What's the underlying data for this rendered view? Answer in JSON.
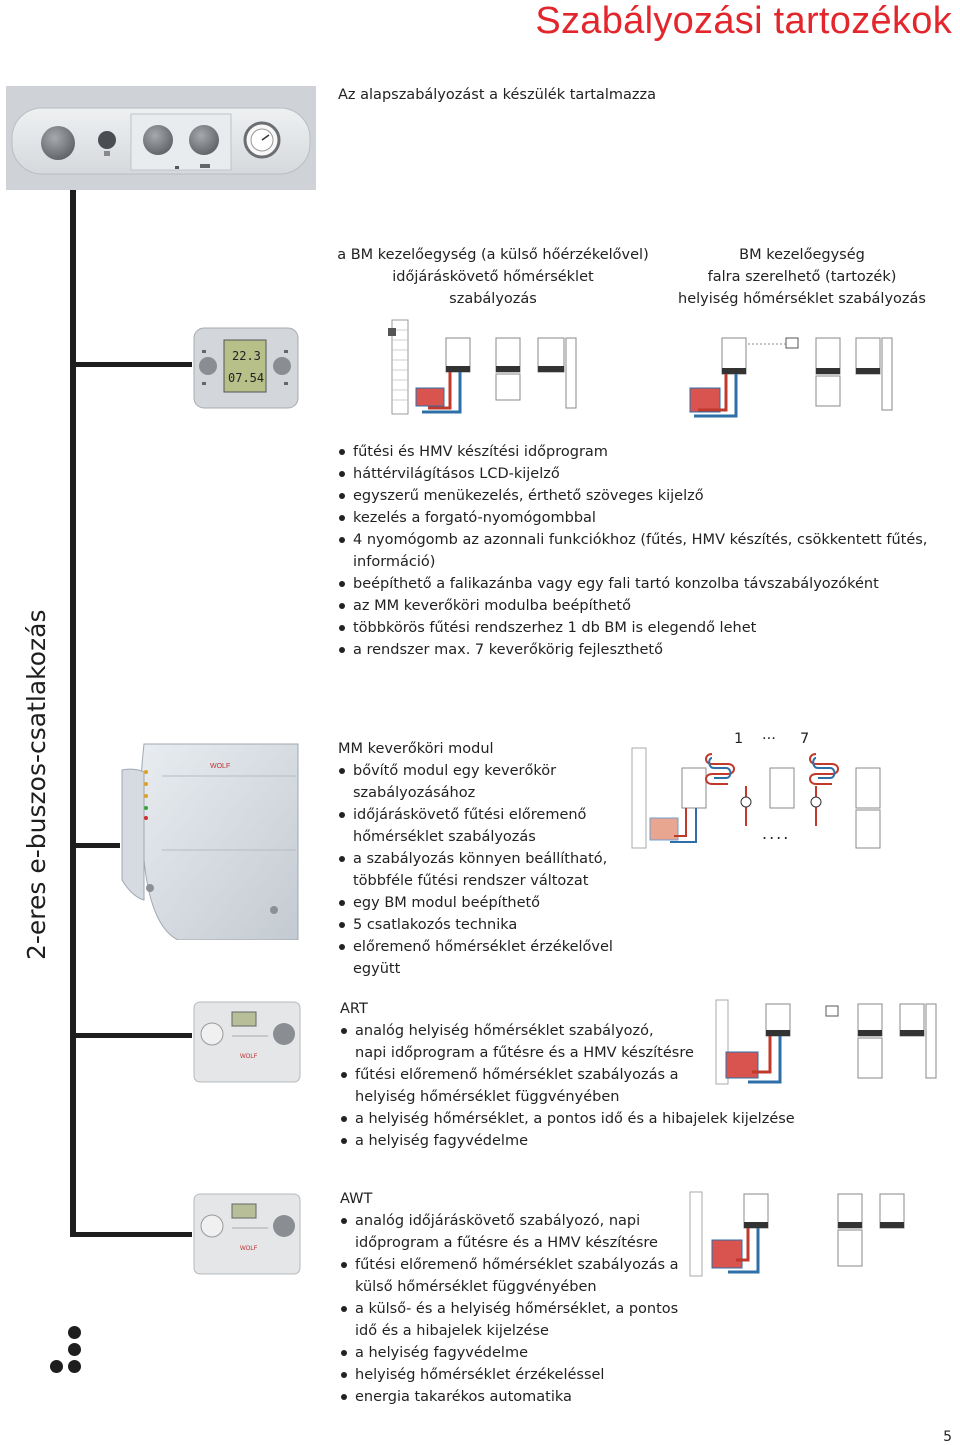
{
  "title": "Szabályozási tartozékok",
  "page_number": "5",
  "side_label": "2-eres e-buszos-csatlakozás",
  "base_control": {
    "caption": "Az alapszabályozást a készülék tartalmazza"
  },
  "bm": {
    "left_heading": [
      "a BM kezelőegység (a külső hőérzékelővel)",
      "időjáráskövető hőmérséklet",
      "szabályozás"
    ],
    "right_heading": [
      "BM kezelőegység",
      "falra szerelhető (tartozék)",
      "helyiség hőmérséklet szabályozás"
    ],
    "display_top": "22.3",
    "display_bottom": "07.54",
    "bullets": [
      "fűtési és HMV készítési időprogram",
      "háttérvilágításos LCD-kijelző",
      "egyszerű menükezelés, érthető szöveges kijelző",
      "kezelés a forgató-nyomógombbal",
      "4 nyomógomb az azonnali funkciókhoz (fűtés, HMV készítés, csökkentett fűtés,",
      "beépíthető a falikazánba vagy egy fali tartó konzolba távszabályozóként",
      "az MM keverőköri modulba beépíthető",
      "többkörös fűtési rendszerhez 1 db BM is elegendő lehet",
      "a rendszer max. 7 keverőkörig fejleszthető"
    ],
    "bullet_continuation": "információ)"
  },
  "mm": {
    "heading": "MM keverőköri modul",
    "bullets": [
      [
        "bővítő modul egy keverőkör",
        "szabályozásához"
      ],
      [
        "időjáráskövető fűtési előremenő",
        "hőmérséklet szabályozás"
      ],
      [
        "a szabályozás könnyen beállítható,",
        "többféle fűtési rendszer változat"
      ],
      [
        "egy BM modul beépíthető"
      ],
      [
        "5 csatlakozós technika"
      ],
      [
        "előremenő hőmérséklet érzékelővel együtt"
      ]
    ],
    "diagram_label_left": "1",
    "diagram_label_mid": "...",
    "diagram_label_right": "7",
    "diagram_dots": "...."
  },
  "art": {
    "heading": "ART",
    "bullets": [
      [
        "analóg helyiség hőmérséklet szabályozó,",
        "napi időprogram a fűtésre és a HMV készítésre"
      ],
      [
        "fűtési előremenő hőmérséklet szabályozás a",
        "helyiség hőmérséklet függvényében"
      ],
      [
        "a helyiség hőmérséklet, a pontos idő és a hibajelek kijelzése"
      ],
      [
        "a helyiség fagyvédelme"
      ]
    ]
  },
  "awt": {
    "heading": "AWT",
    "bullets": [
      [
        "analóg időjáráskövető szabályozó, napi",
        "időprogram a fűtésre és a HMV készítésre"
      ],
      [
        "fűtési előremenő hőmérséklet szabályozás a",
        "külső hőmérséklet függvényében"
      ],
      [
        "a külső- és a helyiség hőmérséklet, a pontos",
        "idő és a hibajelek kijelzése"
      ],
      [
        "a helyiség fagyvédelme"
      ],
      [
        "helyiség hőmérséklet érzékeléssel"
      ],
      [
        "energia takarékos automatika"
      ]
    ]
  },
  "brand": "WOLF",
  "colors": {
    "accent": "#e3262b",
    "bus": "#1e1e1e",
    "pipe_hot": "#c0392b",
    "pipe_cold": "#2e6fa7"
  }
}
